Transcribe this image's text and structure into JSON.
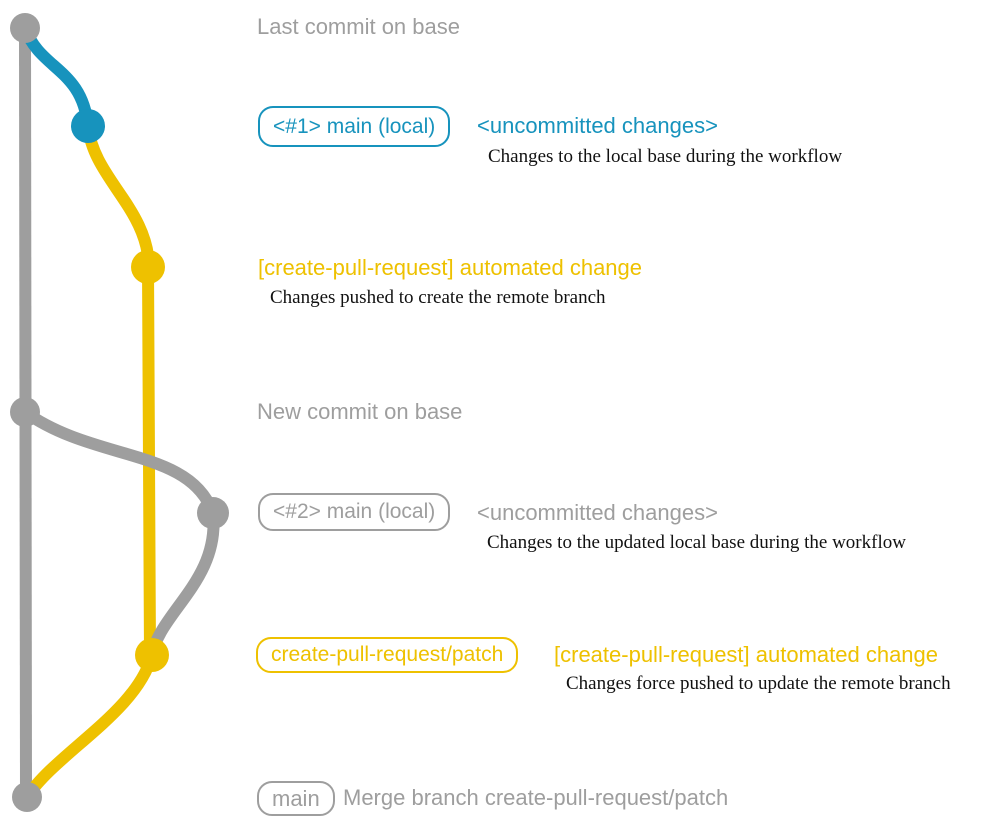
{
  "title": "create-pull-request git workflow diagram",
  "colors": {
    "gray": "#9e9e9e",
    "blue": "#1793bd",
    "yellow": "#eec100",
    "description_text": "#111111"
  },
  "graph": {
    "nodes": [
      {
        "name": "commit-last-on-base",
        "color": "gray"
      },
      {
        "name": "commit-main-local-1",
        "color": "blue"
      },
      {
        "name": "commit-automated-change-1",
        "color": "yellow"
      },
      {
        "name": "commit-new-on-base",
        "color": "gray"
      },
      {
        "name": "commit-main-local-2",
        "color": "gray"
      },
      {
        "name": "commit-automated-change-2",
        "color": "yellow"
      },
      {
        "name": "commit-merge-main",
        "color": "gray"
      }
    ]
  },
  "rows": [
    {
      "message": "Last commit on base",
      "color": "gray"
    },
    {
      "branch_label": "<#1> main (local)",
      "message": "<uncommitted changes>",
      "description": "Changes to the local base during the workflow",
      "color": "blue"
    },
    {
      "message": "[create-pull-request] automated change",
      "description": "Changes pushed to create the remote branch",
      "color": "yellow"
    },
    {
      "message": "New commit on base",
      "color": "gray"
    },
    {
      "branch_label": "<#2> main (local)",
      "message": "<uncommitted changes>",
      "description": "Changes to the updated local base during the workflow",
      "color": "gray"
    },
    {
      "branch_label": "create-pull-request/patch",
      "message": "[create-pull-request] automated change",
      "description": "Changes force pushed to update the remote branch",
      "color": "yellow"
    },
    {
      "branch_label": "main",
      "message": "Merge branch create-pull-request/patch",
      "color": "gray"
    }
  ]
}
